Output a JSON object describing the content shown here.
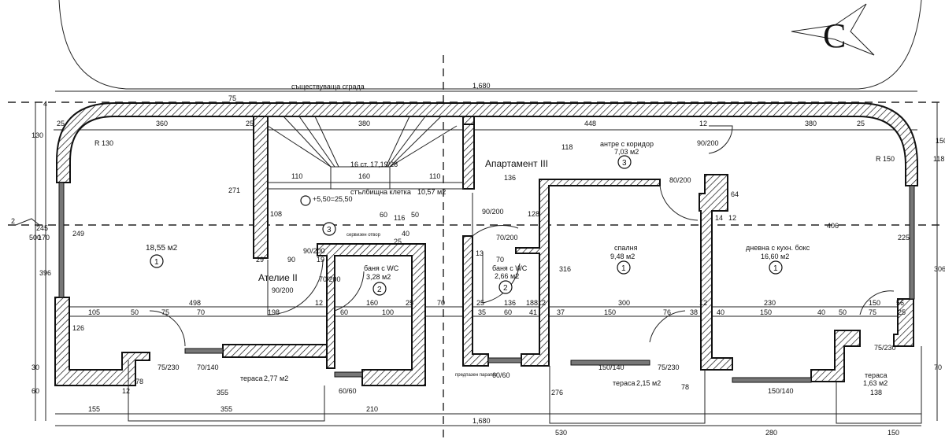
{
  "plan": {
    "north_marker": "С",
    "existing_building": "съществуваща сграда",
    "apartment_label": "Апартамент III",
    "atelier_label": "Ателие II",
    "rooms": [
      {
        "name": "",
        "area": "18,55 м2",
        "num": "1"
      },
      {
        "name": "баня с WC",
        "area": "3,28 м2",
        "num": "2"
      },
      {
        "name": "стълбищна клетка",
        "area": "10,57 м2",
        "num": "3"
      },
      {
        "name": "антре с коридор",
        "area": "7,03 м2",
        "num": "3"
      },
      {
        "name": "баня с WC",
        "area": "2,66 м2",
        "num": "2"
      },
      {
        "name": "спалня",
        "area": "9,48 м2",
        "num": "1"
      },
      {
        "name": "дневна с кухн. бокс",
        "area": "16,60 м2",
        "num": "1"
      },
      {
        "name": "тераса",
        "area": "2,77 м2"
      },
      {
        "name": "тераса",
        "area": "2,15 м2"
      },
      {
        "name": "тераса",
        "area": "1,63 м2"
      }
    ],
    "stairs": "16 ст. 17,19/28",
    "level": "+5,50=25,50",
    "service_opening": "сервизен отвор",
    "parapet": "предпазен парапет",
    "section_mark": "2",
    "dims_top": [
      "1,680",
      "25",
      "360",
      "25",
      "380",
      "448",
      "12",
      "380",
      "25",
      "R 130",
      "R 150",
      "130",
      "150",
      "75",
      "4"
    ],
    "dims_mid": [
      "271",
      "108",
      "116",
      "110",
      "160",
      "110",
      "60",
      "50",
      "40",
      "25",
      "90",
      "29",
      "19",
      "70",
      "136",
      "128",
      "118",
      "406",
      "316",
      "225",
      "245",
      "170",
      "249",
      "500",
      "396",
      "306",
      "64",
      "14",
      "12",
      "13",
      "118"
    ],
    "door_marks": [
      "90/200",
      "90/200",
      "70/200",
      "70/200",
      "80/200",
      "90/200",
      "90/200"
    ],
    "dims_row1": [
      "498",
      "12",
      "160",
      "25",
      "70",
      "25",
      "136",
      "188",
      "12",
      "300",
      "12",
      "230",
      "150",
      "56"
    ],
    "dims_row2": [
      "105",
      "50",
      "75",
      "70",
      "198",
      "60",
      "100",
      "35",
      "60",
      "41",
      "37",
      "150",
      "76",
      "38",
      "40",
      "150",
      "40",
      "50",
      "75",
      "25"
    ],
    "dims_low": [
      "126",
      "75/230",
      "70/140",
      "60/60",
      "60/60",
      "150/140",
      "75/230",
      "150/140",
      "75/230",
      "78",
      "78",
      "355",
      "276",
      "138",
      "12",
      "30",
      "60",
      "70"
    ],
    "dims_bottom": [
      "155",
      "355",
      "210",
      "530",
      "280",
      "150",
      "1,680"
    ]
  }
}
